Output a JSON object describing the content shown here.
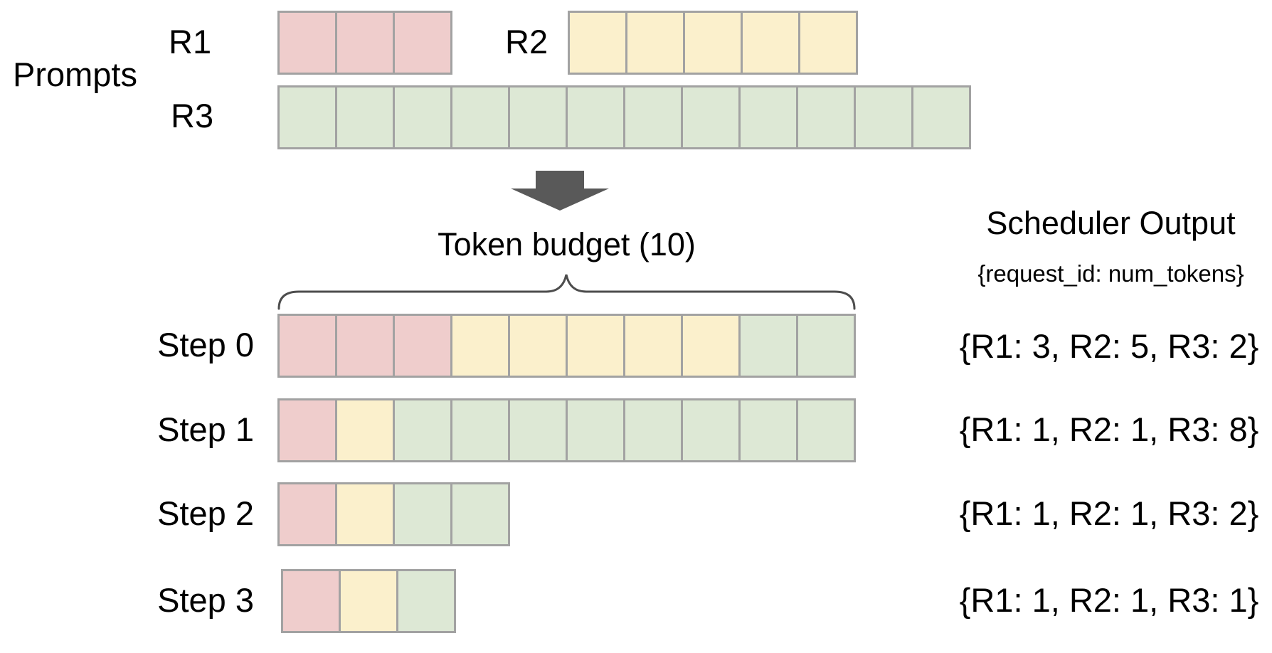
{
  "diagram": {
    "prompts_label": "Prompts",
    "requests": [
      {
        "id": "R1",
        "tokens": 3
      },
      {
        "id": "R2",
        "tokens": 5
      },
      {
        "id": "R3",
        "tokens": 12
      }
    ],
    "token_budget": 10,
    "token_budget_label": "Token budget (10)",
    "scheduler": {
      "title": "Scheduler Output",
      "subtitle": "{request_id: num_tokens}"
    },
    "steps": [
      {
        "label": "Step 0",
        "allocation": {
          "R1": 3,
          "R2": 5,
          "R3": 2
        },
        "output": "{R1: 3, R2: 5, R3: 2}"
      },
      {
        "label": "Step 1",
        "allocation": {
          "R1": 1,
          "R2": 1,
          "R3": 8
        },
        "output": "{R1: 1, R2: 1, R3: 8}"
      },
      {
        "label": "Step 2",
        "allocation": {
          "R1": 1,
          "R2": 1,
          "R3": 2
        },
        "output": "{R1: 1, R2: 1, R3: 2}"
      },
      {
        "label": "Step 3",
        "allocation": {
          "R1": 1,
          "R2": 1,
          "R3": 1
        },
        "output": "{R1: 1, R2: 1, R3: 1}"
      }
    ],
    "colors": {
      "r1": "#efcdcc",
      "r2": "#fbf0cc",
      "r3": "#dde8d5",
      "cell_border": "#a2a2a2",
      "arrow": "#595959",
      "brace": "#4d4d4d"
    }
  }
}
